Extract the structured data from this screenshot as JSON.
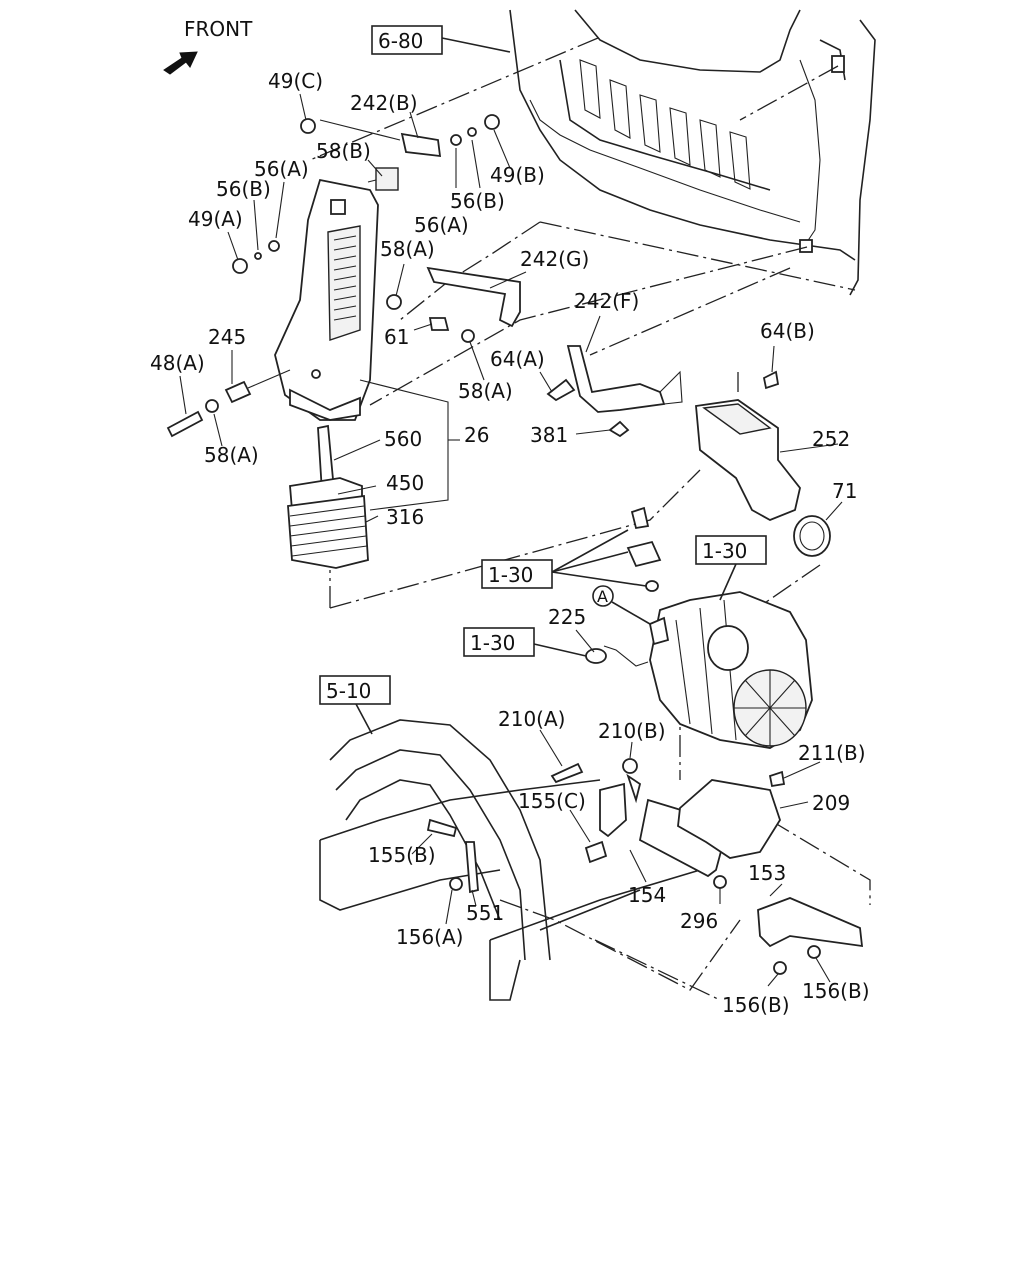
{
  "front_label": "FRONT",
  "refs": {
    "r680": "6-80",
    "r130a": "1-30",
    "r130b": "1-30",
    "r130c": "1-30",
    "r510": "5-10"
  },
  "callout": "A",
  "labels": {
    "p49c": "49(C)",
    "p242b": "242(B)",
    "p58b": "58(B)",
    "p56a_top": "56(A)",
    "p56b_left": "56(B)",
    "p49a": "49(A)",
    "p56a_mid": "56(A)",
    "p56b_mid": "56(B)",
    "p49b": "49(B)",
    "p58a_top": "58(A)",
    "p242g": "242(G)",
    "p61": "61",
    "p242f": "242(F)",
    "p64b": "64(B)",
    "p245": "245",
    "p48a": "48(A)",
    "p64a": "64(A)",
    "p58a_mid": "58(A)",
    "p58a_low": "58(A)",
    "p560": "560",
    "p26": "26",
    "p381": "381",
    "p252": "252",
    "p450": "450",
    "p316": "316",
    "p71": "71",
    "p225": "225",
    "p210a": "210(A)",
    "p210b": "210(B)",
    "p211b": "211(B)",
    "p155c": "155(C)",
    "p209": "209",
    "p155b": "155(B)",
    "p153": "153",
    "p154": "154",
    "p551": "551",
    "p296": "296",
    "p156a": "156(A)",
    "p156b_a": "156(B)",
    "p156b_b": "156(B)"
  }
}
